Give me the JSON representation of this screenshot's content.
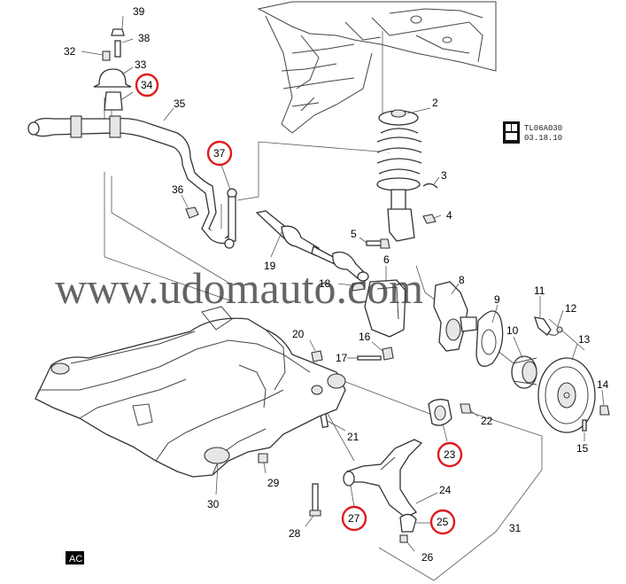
{
  "watermark": "www.udomauto.com",
  "reference": {
    "code": "TL06A030",
    "date": "03.18.10"
  },
  "badge": "AC",
  "callouts": [
    {
      "id": "39",
      "label": "39",
      "highlighted": false
    },
    {
      "id": "38",
      "label": "38",
      "highlighted": false
    },
    {
      "id": "32",
      "label": "32",
      "highlighted": false
    },
    {
      "id": "33",
      "label": "33",
      "highlighted": false
    },
    {
      "id": "34",
      "label": "34",
      "highlighted": true
    },
    {
      "id": "35",
      "label": "35",
      "highlighted": false
    },
    {
      "id": "37",
      "label": "37",
      "highlighted": true
    },
    {
      "id": "36",
      "label": "36",
      "highlighted": false
    },
    {
      "id": "2",
      "label": "2",
      "highlighted": false
    },
    {
      "id": "3",
      "label": "3",
      "highlighted": false
    },
    {
      "id": "4",
      "label": "4",
      "highlighted": false
    },
    {
      "id": "5",
      "label": "5",
      "highlighted": false
    },
    {
      "id": "6",
      "label": "6",
      "highlighted": false
    },
    {
      "id": "18",
      "label": "18",
      "highlighted": false
    },
    {
      "id": "19",
      "label": "19",
      "highlighted": false
    },
    {
      "id": "8",
      "label": "8",
      "highlighted": false
    },
    {
      "id": "9",
      "label": "9",
      "highlighted": false
    },
    {
      "id": "11",
      "label": "11",
      "highlighted": false
    },
    {
      "id": "12",
      "label": "12",
      "highlighted": false
    },
    {
      "id": "10",
      "label": "10",
      "highlighted": false
    },
    {
      "id": "13",
      "label": "13",
      "highlighted": false
    },
    {
      "id": "14",
      "label": "14",
      "highlighted": false
    },
    {
      "id": "15",
      "label": "15",
      "highlighted": false
    },
    {
      "id": "16",
      "label": "16",
      "highlighted": false
    },
    {
      "id": "17",
      "label": "17",
      "highlighted": false
    },
    {
      "id": "20",
      "label": "20",
      "highlighted": false
    },
    {
      "id": "21",
      "label": "21",
      "highlighted": false
    },
    {
      "id": "22",
      "label": "22",
      "highlighted": false
    },
    {
      "id": "23",
      "label": "23",
      "highlighted": true
    },
    {
      "id": "24",
      "label": "24",
      "highlighted": false
    },
    {
      "id": "25",
      "label": "25",
      "highlighted": true
    },
    {
      "id": "26",
      "label": "26",
      "highlighted": false
    },
    {
      "id": "27",
      "label": "27",
      "highlighted": true
    },
    {
      "id": "28",
      "label": "28",
      "highlighted": false
    },
    {
      "id": "29",
      "label": "29",
      "highlighted": false
    },
    {
      "id": "30",
      "label": "30",
      "highlighted": false
    },
    {
      "id": "31",
      "label": "31",
      "highlighted": false
    }
  ],
  "colors": {
    "highlight_ring": "#e01b1b",
    "line": "#333333",
    "background": "#ffffff"
  }
}
